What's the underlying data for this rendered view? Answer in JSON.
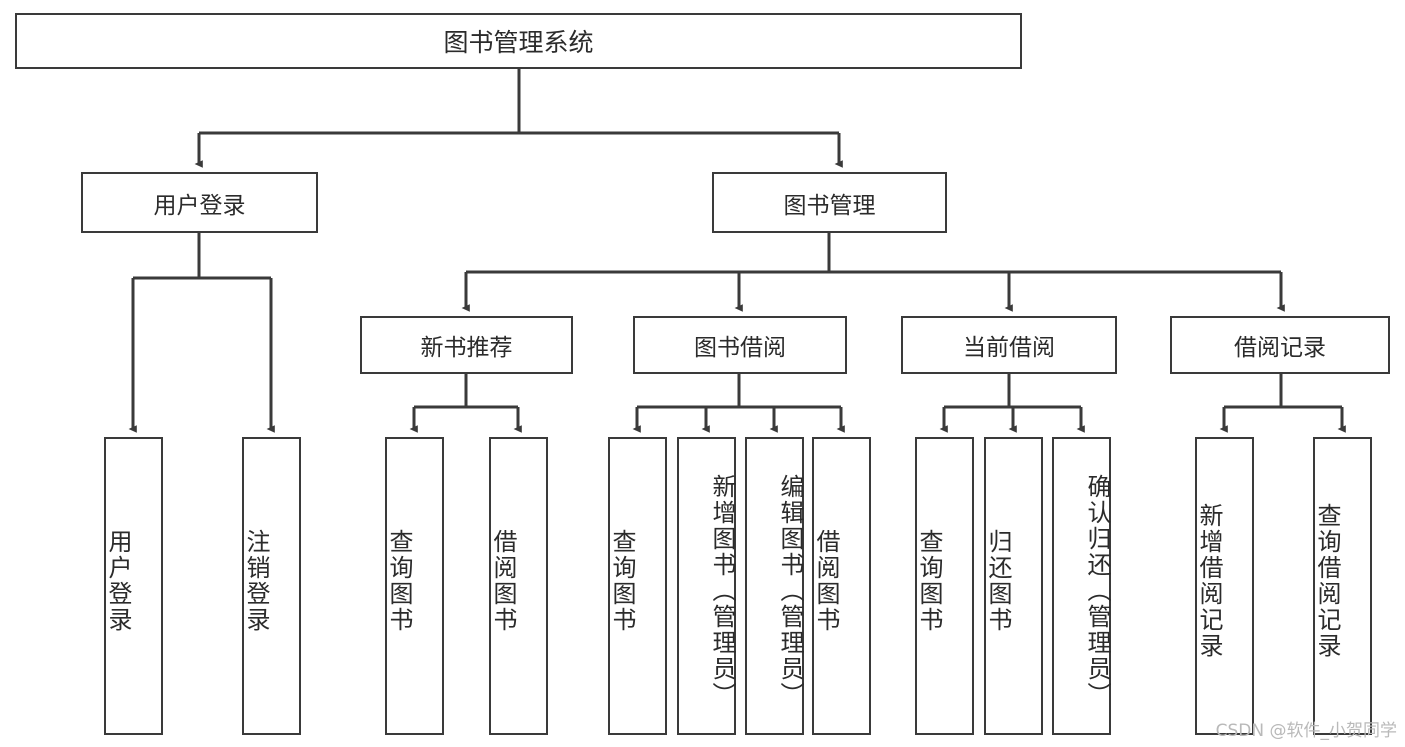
{
  "diagram": {
    "title": "图书管理系统",
    "type": "tree-hierarchy-diagram",
    "colors": {
      "border": "#3a3a3a",
      "text": "#2b2b2b",
      "background": "#ffffff",
      "watermark": "#b9b9b9"
    },
    "root": {
      "label": "图书管理系统"
    },
    "level2": [
      {
        "label": "用户登录"
      },
      {
        "label": "图书管理"
      }
    ],
    "level3": [
      {
        "label": "新书推荐"
      },
      {
        "label": "图书借阅"
      },
      {
        "label": "当前借阅"
      },
      {
        "label": "借阅记录"
      }
    ],
    "leaves": {
      "user_login": [
        {
          "label": "用户登录"
        },
        {
          "label": "注销登录"
        }
      ],
      "new_book_recommend": [
        {
          "label": "查询图书"
        },
        {
          "label": "借阅图书"
        }
      ],
      "book_borrow": [
        {
          "label": "查询图书"
        },
        {
          "label": "新增图书（管理员）"
        },
        {
          "label": "编辑图书（管理员）"
        },
        {
          "label": "借阅图书"
        }
      ],
      "current_borrow": [
        {
          "label": "查询图书"
        },
        {
          "label": "归还图书"
        },
        {
          "label": "确认归还（管理员）"
        }
      ],
      "borrow_record": [
        {
          "label": "新增借阅记录"
        },
        {
          "label": "查询借阅记录"
        }
      ]
    }
  },
  "watermark": {
    "text": "CSDN @软件_小贺同学"
  }
}
